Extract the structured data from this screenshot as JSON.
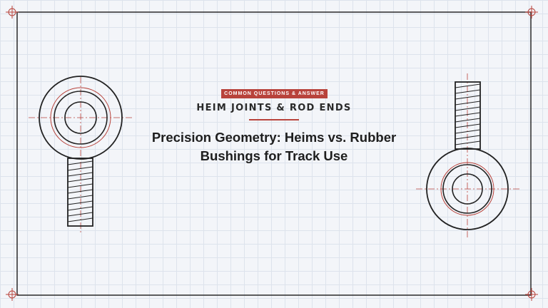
{
  "header": {
    "tag": "COMMON QUESTIONS & ANSWER",
    "category": "HEIM JOINTS & ROD ENDS",
    "title_line1": "Precision Geometry: Heims vs. Rubber",
    "title_line2": "Bushings for Track Use"
  },
  "colors": {
    "accent": "#b8433b",
    "ink": "#1e1e1e",
    "background": "#f3f5f9",
    "grid": "#dde3ec"
  },
  "icons": [
    "corner-registration-mark-icon",
    "rod-end-drawing-icon"
  ]
}
